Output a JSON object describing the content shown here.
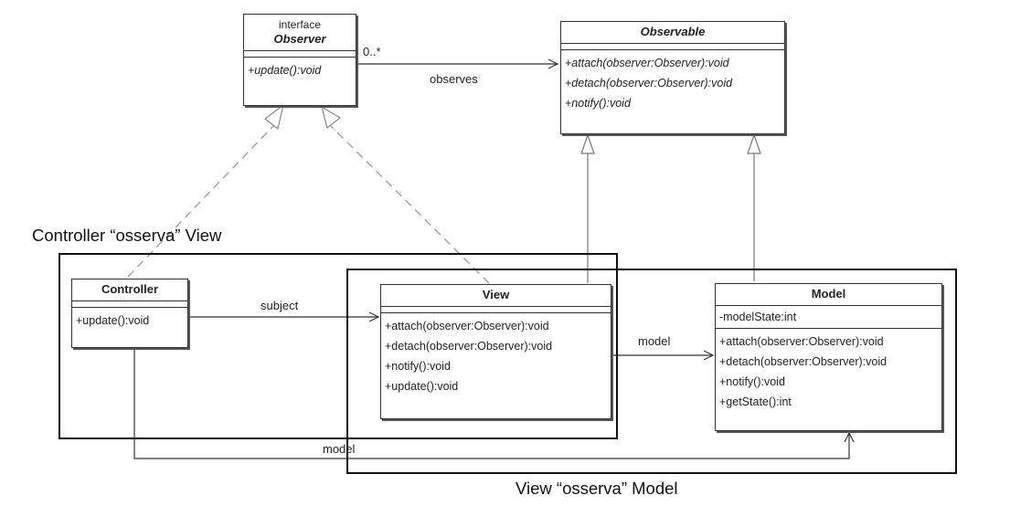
{
  "observer": {
    "stereotype": "interface",
    "name": "Observer",
    "methods": [
      "+update():void"
    ]
  },
  "observable": {
    "name": "Observable",
    "methods": [
      "+attach(observer:Observer):void",
      "+detach(observer:Observer):void",
      "+notify():void"
    ]
  },
  "controller": {
    "name": "Controller",
    "methods": [
      "+update():void"
    ]
  },
  "view": {
    "name": "View",
    "methods": [
      "+attach(observer:Observer):void",
      "+detach(observer:Observer):void",
      "+notify():void",
      "+update():void"
    ]
  },
  "model": {
    "name": "Model",
    "attributes": [
      "-modelState:int"
    ],
    "methods": [
      "+attach(observer:Observer):void",
      "+detach(observer:Observer):void",
      "+notify():void",
      "+getState():int"
    ]
  },
  "edges": {
    "observes": "observes",
    "multiplicity": "0..*",
    "subject": "subject",
    "view_model": "model",
    "controller_model": "model"
  },
  "frames": {
    "controller_view": "Controller “osserva” View",
    "view_model": "View “osserva” Model"
  }
}
